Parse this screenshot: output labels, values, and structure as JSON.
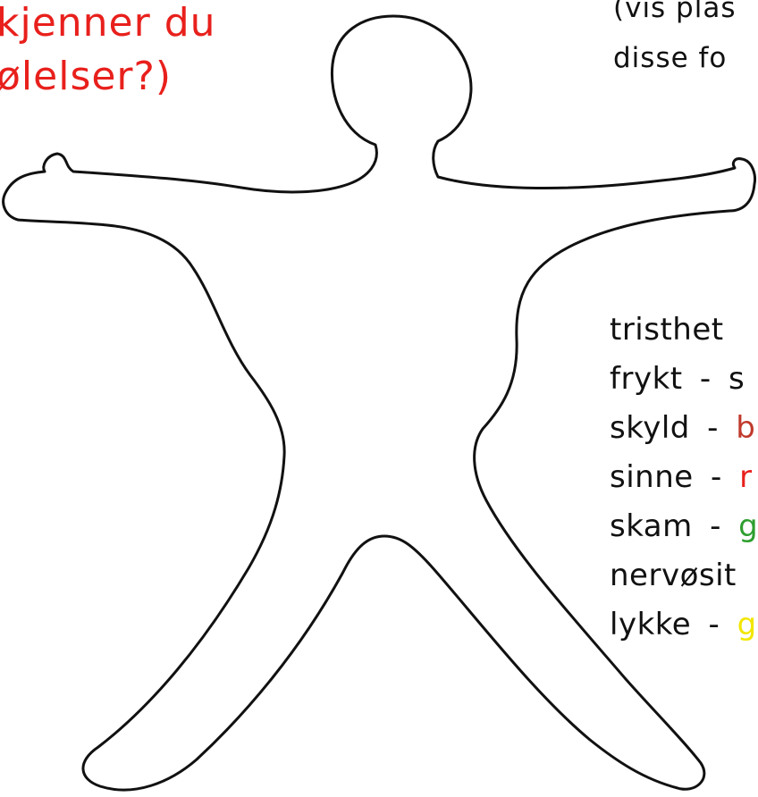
{
  "heading": {
    "line1": "kjenner du",
    "line2": "ølelser?)",
    "color": "#e8201c"
  },
  "instruction": {
    "line1": "(vis plas",
    "line2": "disse fo"
  },
  "legend": {
    "items": [
      {
        "emotion": "tristhet",
        "separator": "",
        "color_word": "",
        "color": "#111111"
      },
      {
        "emotion": "frykt",
        "separator": "-",
        "color_word": "s",
        "color": "#111111"
      },
      {
        "emotion": "skyld",
        "separator": "-",
        "color_word": "b",
        "color": "#c0392b"
      },
      {
        "emotion": "sinne",
        "separator": "-",
        "color_word": "r",
        "color": "#e8201c"
      },
      {
        "emotion": "skam",
        "separator": "-",
        "color_word": "g",
        "color": "#2e9e2e"
      },
      {
        "emotion": "nervøsit",
        "separator": "",
        "color_word": "",
        "color": "#111111"
      },
      {
        "emotion": "lykke",
        "separator": "-",
        "color_word": "g",
        "color": "#f2e600"
      }
    ]
  },
  "figure": {
    "icon": "human-body-outline-icon",
    "stroke_color": "#111111"
  }
}
